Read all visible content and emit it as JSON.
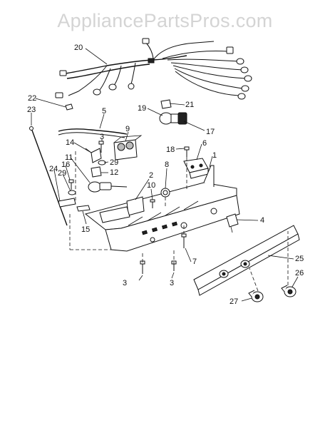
{
  "watermark": "AppliancePartsPros.com",
  "callouts": {
    "c20": "20",
    "c22": "22",
    "c23": "23",
    "c5": "5",
    "c21": "21",
    "c19": "19",
    "c17": "17",
    "c14": "14",
    "c3a": "3",
    "c9": "9",
    "c18": "18",
    "c6": "6",
    "c1": "1",
    "c29a": "29",
    "c11": "11",
    "c12": "12",
    "c16": "16",
    "c24": "24",
    "c29b": "29",
    "c2": "2",
    "c8": "8",
    "c10": "10",
    "c4": "4",
    "c15": "15",
    "c7": "7",
    "c25": "25",
    "c3b": "3",
    "c3c": "3",
    "c26": "26",
    "c27": "27"
  }
}
